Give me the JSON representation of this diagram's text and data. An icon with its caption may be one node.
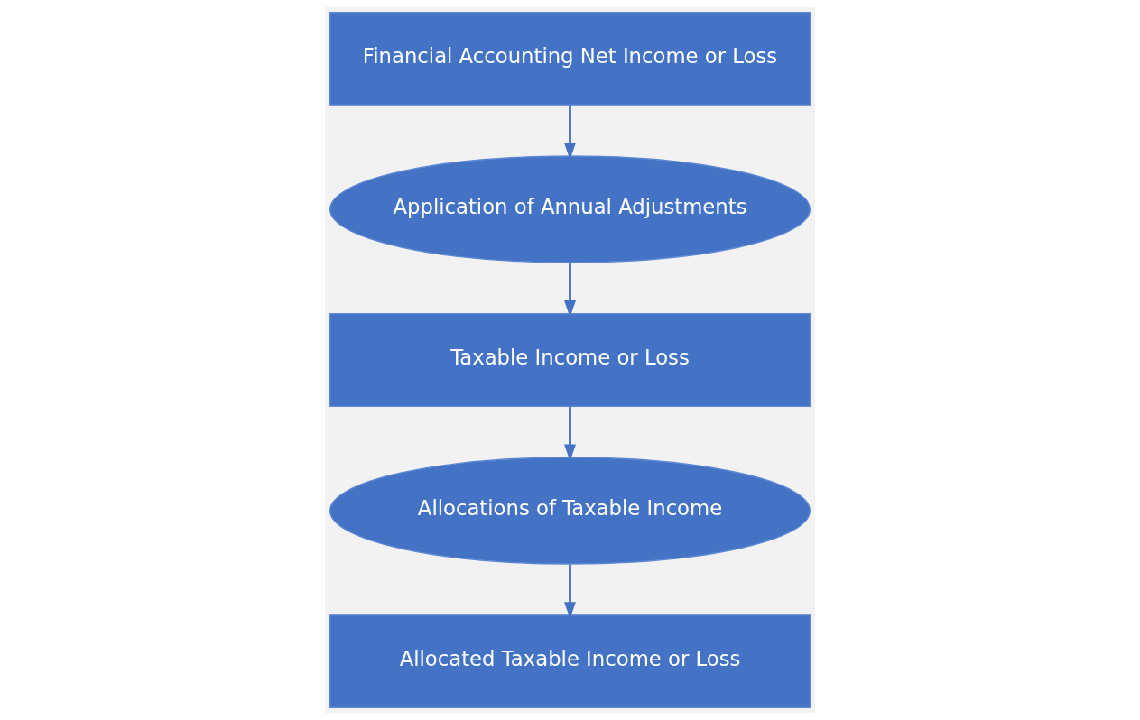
{
  "diagram": {
    "nodes": [
      {
        "text": [
          "Financial Accounting Net Income or Loss"
        ]
      },
      {
        "text": [
          "Application of Annual Adjustments"
        ]
      },
      {
        "text": [
          "Taxable Income or Loss"
        ]
      },
      {
        "text": [
          "Allocations of Taxable Income"
        ]
      },
      {
        "text": [
          "Allocated Taxable Income or Loss"
        ]
      }
    ],
    "edges": [
      {
        "from": 0,
        "to": 1,
        "arrow": "to"
      },
      {
        "from": 1,
        "to": 2,
        "arrow": "to"
      },
      {
        "from": 2,
        "to": 3,
        "arrow": "to"
      },
      {
        "from": 3,
        "to": 4,
        "arrow": "to"
      }
    ]
  }
}
